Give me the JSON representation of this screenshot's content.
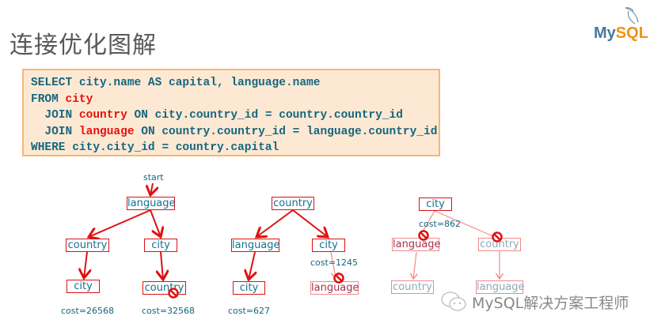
{
  "title": "连接优化图解",
  "logo": {
    "text_my": "My",
    "text_sql": "SQL"
  },
  "sql": {
    "line1": "SELECT city.name AS capital, language.name",
    "line2_kw": "FROM ",
    "line2_tbl": "city",
    "line3_pre": "  JOIN ",
    "line3_tbl": "country",
    "line3_post": " ON city.country_id = country.country_id",
    "line4_pre": "  JOIN ",
    "line4_tbl": "language",
    "line4_post": " ON country.country_id = language.country_id",
    "line5": "WHERE city.city_id = country.capital"
  },
  "tree1": {
    "start": "start",
    "root": "language",
    "left": "country",
    "right": "city",
    "left_child": "city",
    "right_child": "country",
    "cost_left": "cost=26568",
    "cost_right": "cost=32568"
  },
  "tree2": {
    "root": "country",
    "left": "language",
    "right": "city",
    "left_child": "city",
    "right_child": "language",
    "cost_left": "cost=627",
    "cost_right": "cost=1245"
  },
  "tree3": {
    "root": "city",
    "left": "language",
    "right": "country",
    "left_child": "country",
    "right_child": "language",
    "cost": "cost=862"
  },
  "watermark": "MySQL解决方案工程师",
  "colors": {
    "accent_red": "#e01010",
    "teal_text": "#17667f",
    "box_bg": "#fde9d3",
    "box_border": "#f9b571"
  }
}
